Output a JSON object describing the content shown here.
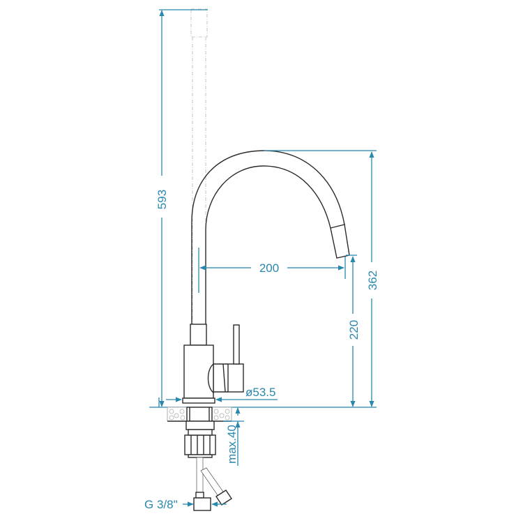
{
  "drawing": {
    "subject": "kitchen faucet with swivel spout",
    "colors": {
      "dimension": "#2a88ad",
      "outline": "#2b2b2b",
      "hidden_lines": "#c8c8c8"
    },
    "dimensions": {
      "total_height_raised": "593",
      "spout_reach": "200",
      "spout_outlet_height": "220",
      "total_height": "362",
      "base_diameter": "ø53.5",
      "max_countertop_thickness": "max.40",
      "connection_thread": "G 3/8\""
    }
  }
}
